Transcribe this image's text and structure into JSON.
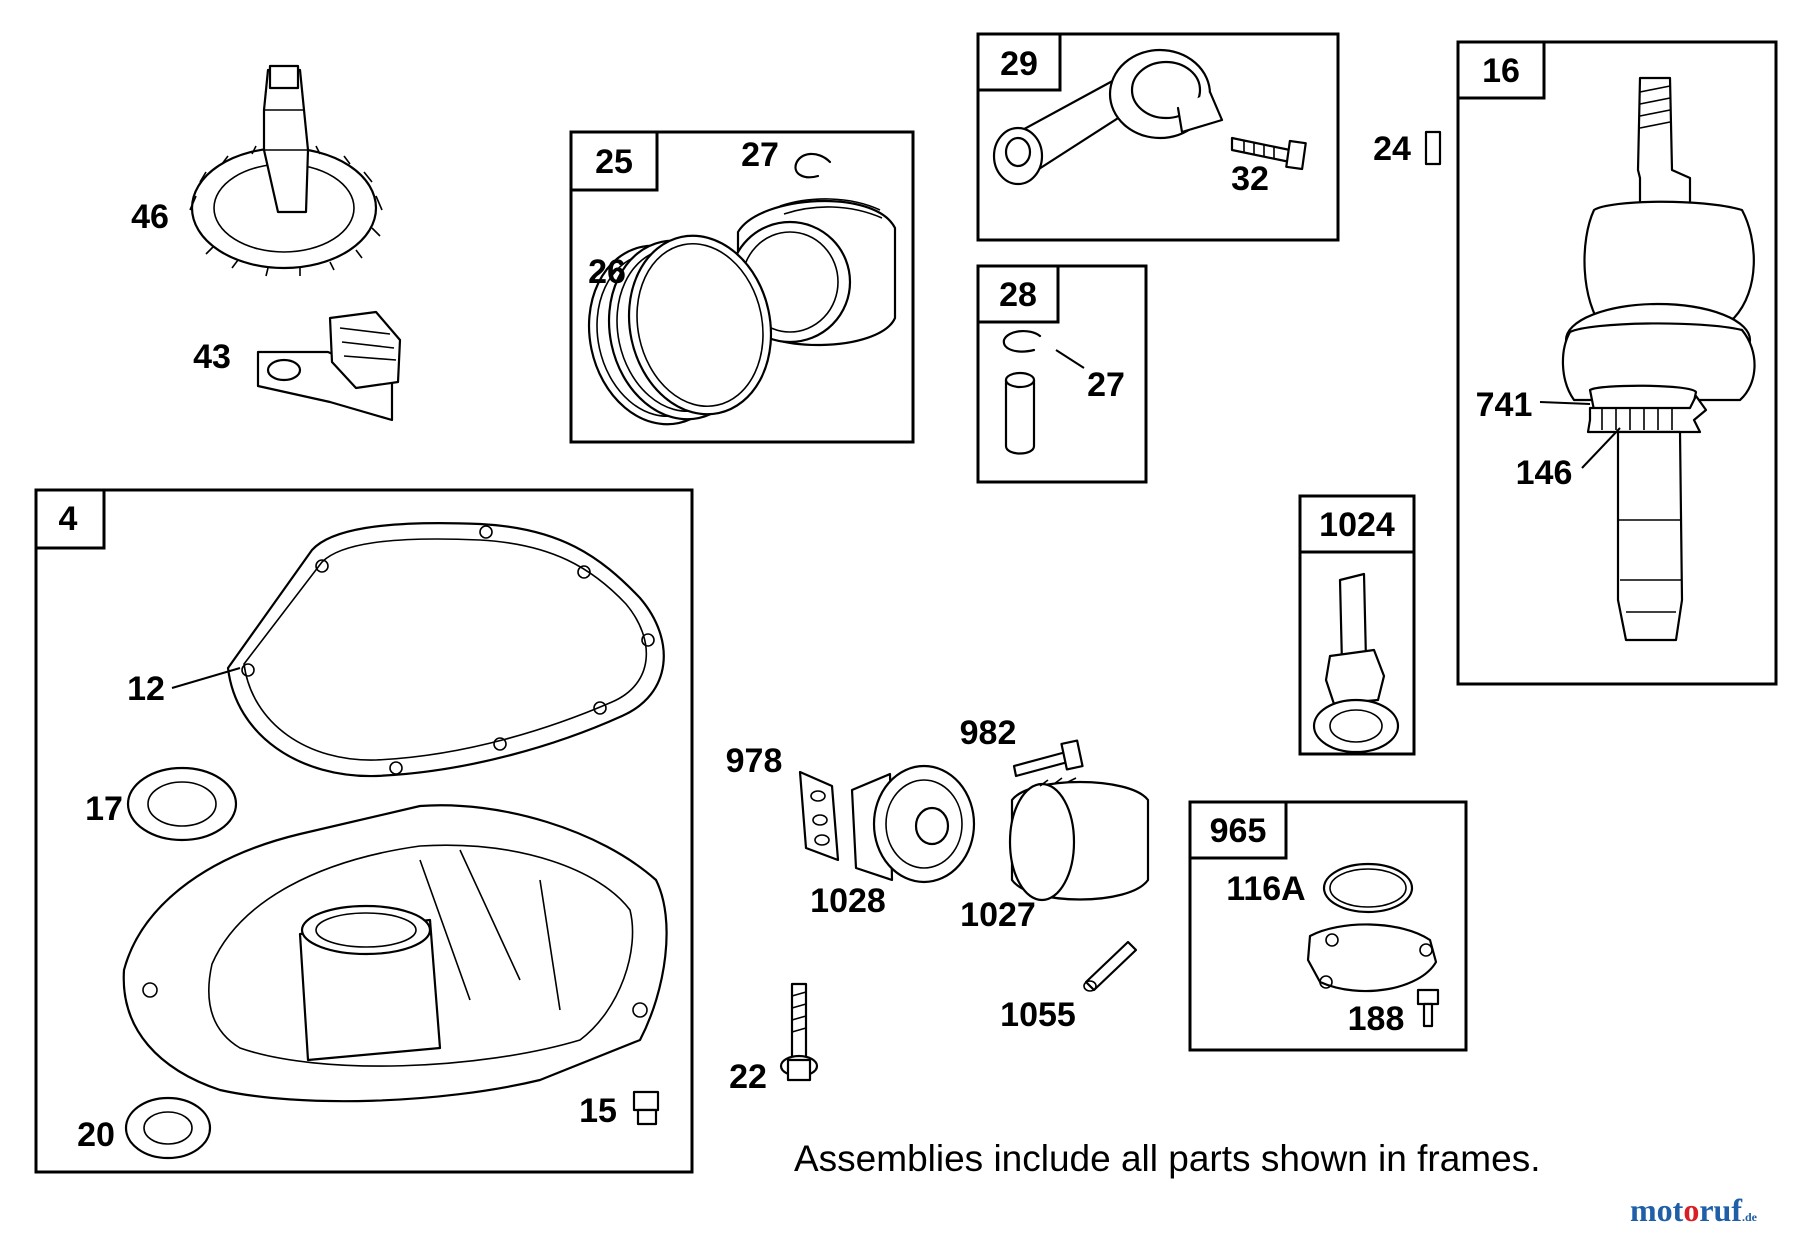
{
  "assemblies": {
    "a29": "29",
    "a28": "28",
    "a25": "25",
    "a16": "16",
    "a4": "4",
    "a1024": "1024",
    "a965": "965"
  },
  "parts": {
    "p46": "46",
    "p43": "43",
    "p27a": "27",
    "p26": "26",
    "p32": "32",
    "p27b": "27",
    "p24": "24",
    "p741": "741",
    "p146": "146",
    "p12": "12",
    "p17": "17",
    "p20": "20",
    "p15": "15",
    "p978": "978",
    "p982": "982",
    "p1028": "1028",
    "p1027": "1027",
    "p1055": "1055",
    "p22": "22",
    "p116A": "116A",
    "p188": "188"
  },
  "note": "Assemblies include all parts shown in frames.",
  "watermark": {
    "brand_a": "mot",
    "brand_b": "o",
    "brand_c": "ruf",
    "suffix": ".de"
  },
  "colors": {
    "line": "#000000",
    "background": "#ffffff",
    "logo_blue": "#1f5fa8",
    "logo_red": "#d81f26"
  }
}
